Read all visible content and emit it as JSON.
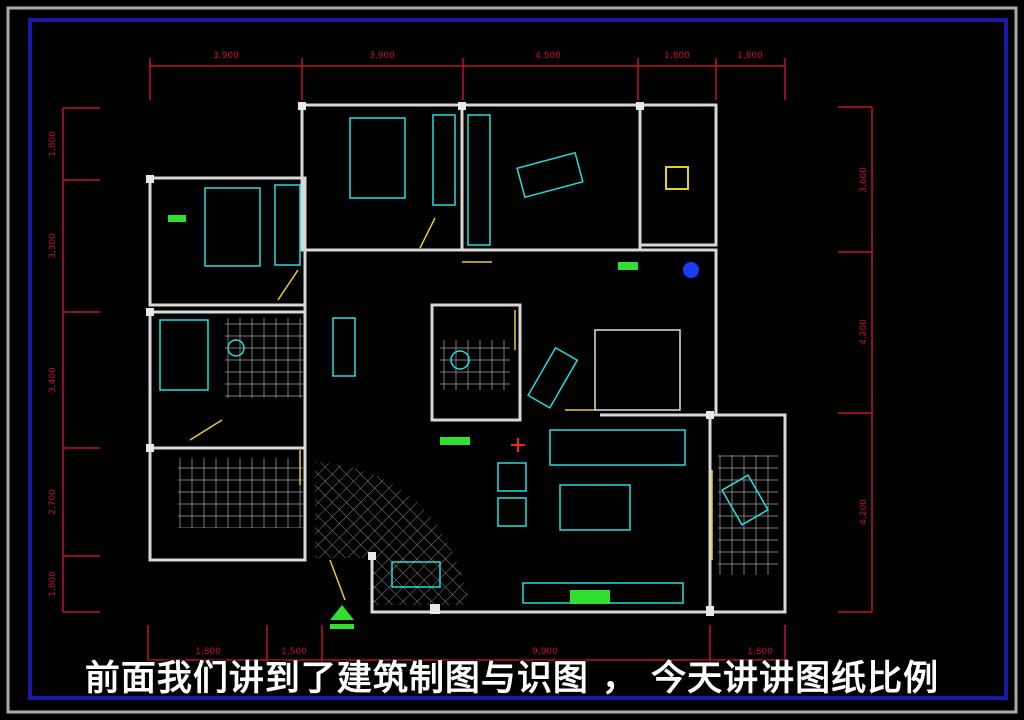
{
  "drawing": {
    "top_dimensions": [
      "3,900",
      "3,900",
      "4,500",
      "1,800",
      "1,800"
    ],
    "left_dimensions": [
      "1,800",
      "3,300",
      "3,400",
      "2,700",
      "1,800"
    ],
    "right_dimensions": [
      "3,600",
      "4,200",
      "4,200"
    ],
    "bottom_dimensions": [
      "1,800",
      "1,500",
      "9,900",
      "1,800"
    ],
    "colors": {
      "background": "#000000",
      "frame": "#1a1aa8",
      "walls": "#d8d8d8",
      "dimensions": "#c0103a",
      "furniture": "#20e0e0",
      "doors": "#e8d020",
      "labels": "#30e030"
    }
  },
  "subtitle": "前面我们讲到了建筑制图与识图 ， 今天讲讲图纸比例"
}
